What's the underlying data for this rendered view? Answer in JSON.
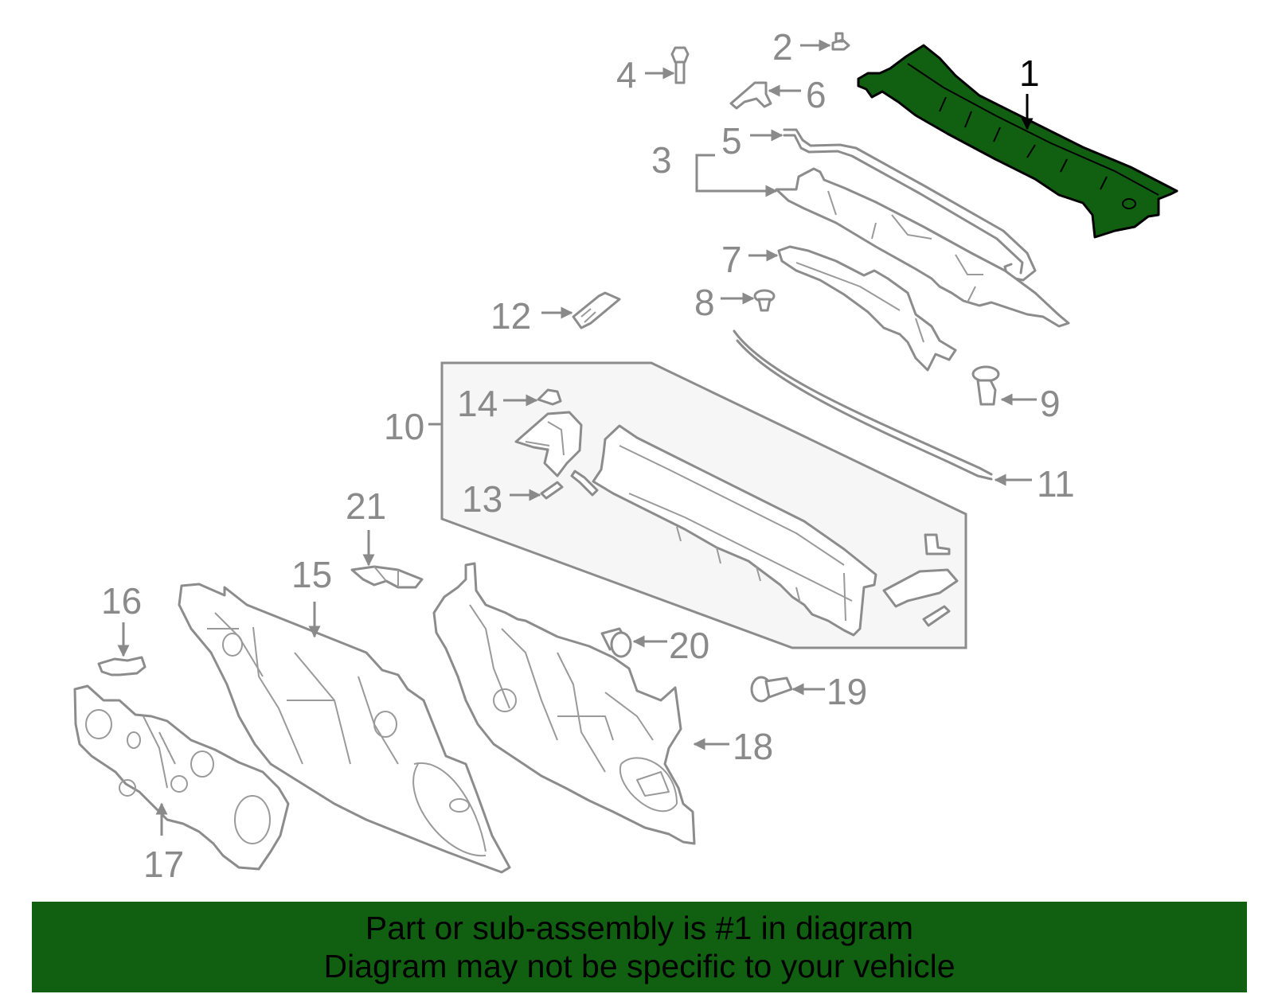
{
  "diagram": {
    "highlight_color": "#116011",
    "line_color": "#8c8c8c",
    "callouts": {
      "c1": "1",
      "c2": "2",
      "c3": "3",
      "c4": "4",
      "c5": "5",
      "c6": "6",
      "c7": "7",
      "c8": "8",
      "c9": "9",
      "c10": "10",
      "c11": "11",
      "c12": "12",
      "c13": "13",
      "c14": "14",
      "c15": "15",
      "c16": "16",
      "c17": "17",
      "c18": "18",
      "c19": "19",
      "c20": "20",
      "c21": "21"
    }
  },
  "banner": {
    "color": "#116011",
    "line1": "Part or sub-assembly is #1 in diagram",
    "line2": "Diagram may not be specific to your vehicle"
  }
}
